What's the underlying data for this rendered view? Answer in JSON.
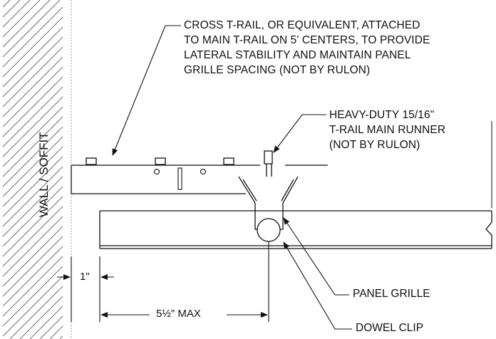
{
  "notes": {
    "cross_rail": [
      "CROSS T-RAIL, OR EQUIVALENT, ATTACHED",
      "TO MAIN T-RAIL ON 5' CENTERS, TO PROVIDE",
      "LATERAL STABILITY AND MAINTAIN PANEL",
      "GRILLE SPACING (NOT BY RULON)"
    ],
    "main_runner": [
      "HEAVY-DUTY 15/16\"",
      "T-RAIL MAIN RUNNER",
      "(NOT BY RULON)"
    ],
    "panel_grille": "PANEL GRILLE",
    "dowel_clip": "DOWEL CLIP",
    "wall": "WALL / SOFFIT"
  },
  "dimensions": {
    "wall_gap": "1\"",
    "max_spacing": "5½\" MAX"
  }
}
